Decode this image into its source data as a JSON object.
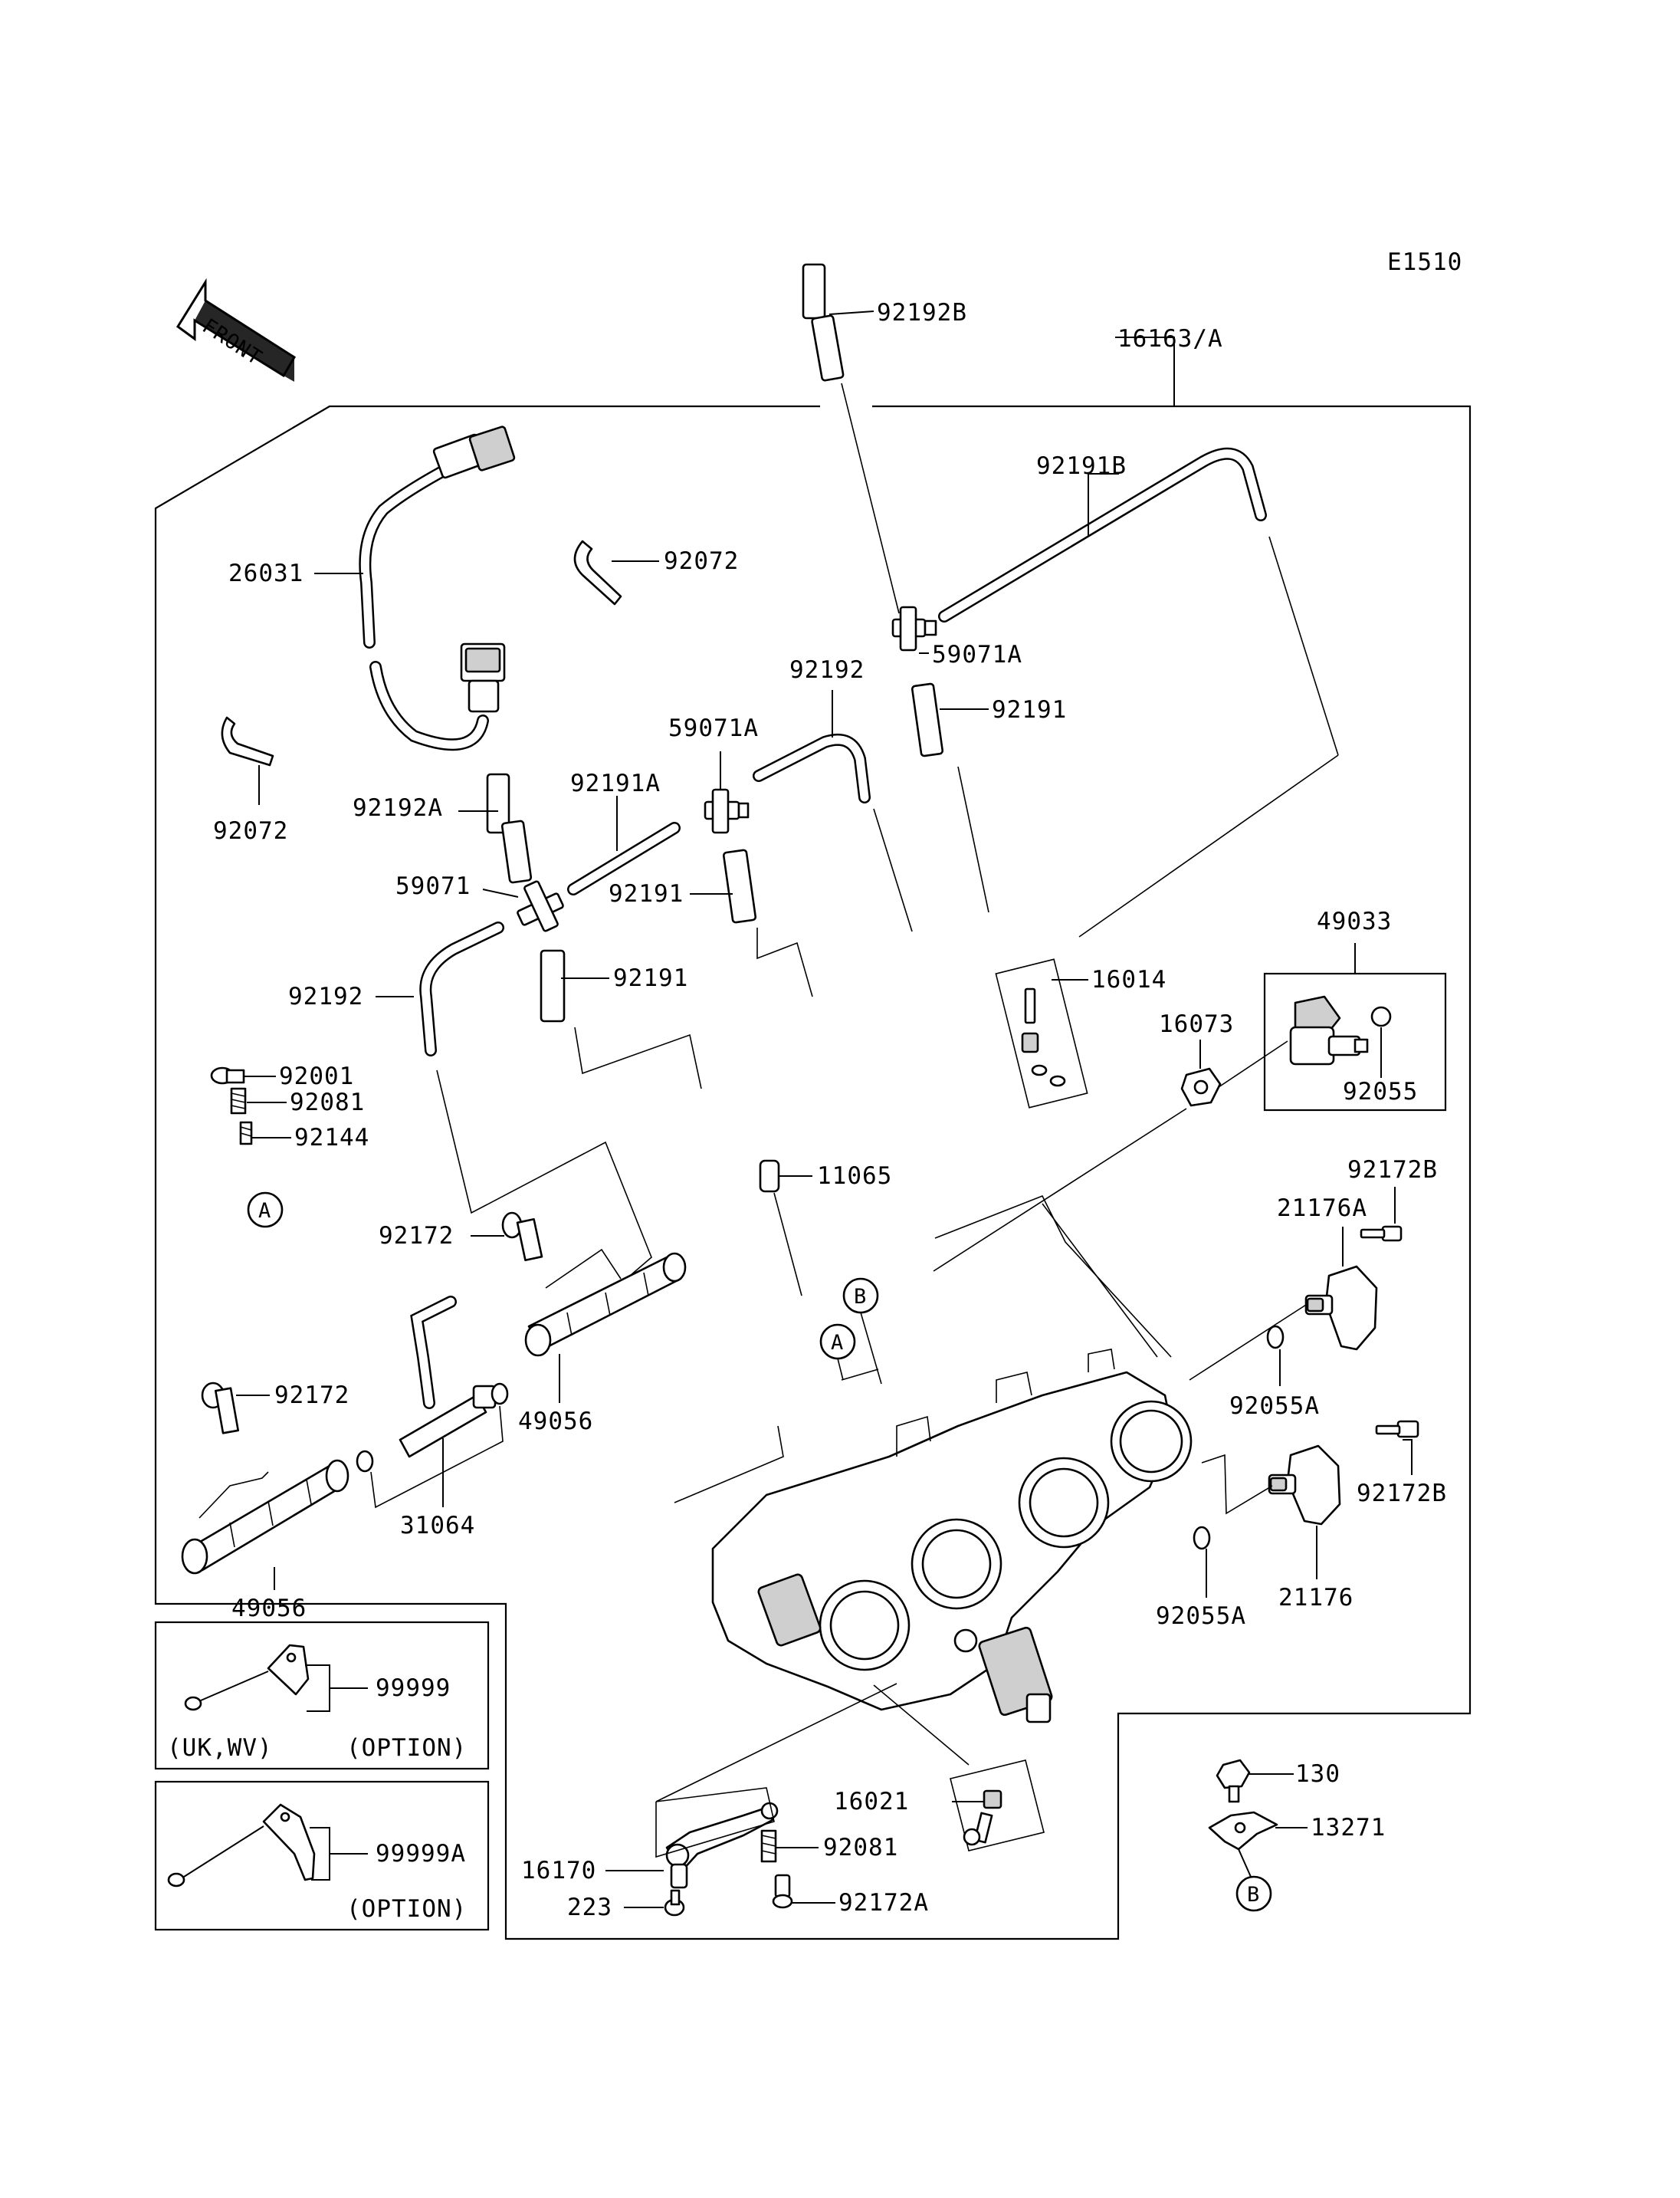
{
  "diagram_code": "E1510",
  "front_label": "FRONT",
  "part_labels": {
    "p16163A": "16163/A",
    "p92192B": "92192B",
    "p92191B": "92191B",
    "p26031": "26031",
    "p92072_top": "92072",
    "p92072_left": "92072",
    "p59071A_top": "59071A",
    "p92191_top": "92191",
    "p92192_mid": "92192",
    "p59071A_mid": "59071A",
    "p92192A": "92192A",
    "p92191A": "92191A",
    "p59071": "59071",
    "p92191_mid": "92191",
    "p92191_low": "92191",
    "p92192_left": "92192",
    "p16014": "16014",
    "p49033": "49033",
    "p16073": "16073",
    "p92055": "92055",
    "p92001": "92001",
    "p92081_left": "92081",
    "p92144": "92144",
    "p11065": "11065",
    "p92172B_top": "92172B",
    "p21176A": "21176A",
    "p92172_upper": "92172",
    "p92055A_upper": "92055A",
    "p92172B_low": "92172B",
    "p92172_lower": "92172",
    "p49056_mid": "49056",
    "p31064": "31064",
    "p21176": "21176",
    "p92055A_low": "92055A",
    "p49056_low": "49056",
    "p99999": "99999",
    "p99999A": "99999A",
    "p16021": "16021",
    "p130": "130",
    "p13271": "13271",
    "p16170": "16170",
    "p92081_bottom": "92081",
    "p223": "223",
    "p92172A": "92172A"
  },
  "callouts": {
    "a_left": "A",
    "a_mid": "A",
    "b_mid": "B",
    "b_right": "B"
  },
  "option_boxes": {
    "box1_left_note": "(UK,WV)",
    "box1_right_note": "(OPTION)",
    "box2_right_note": "(OPTION)"
  }
}
